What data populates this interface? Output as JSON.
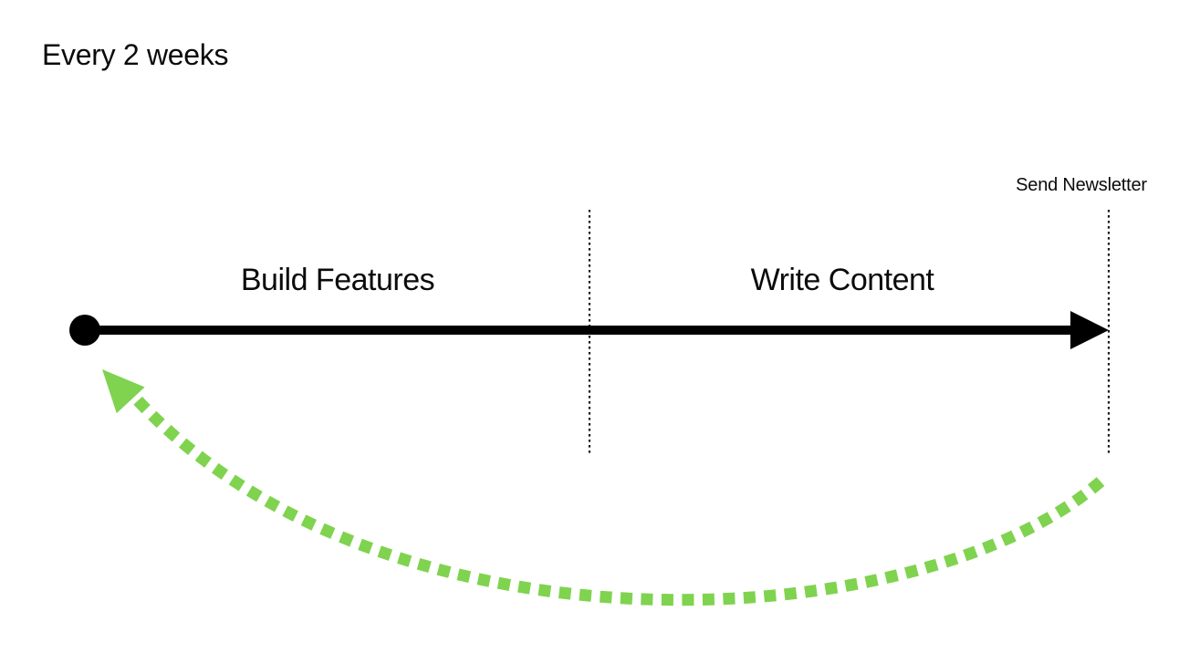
{
  "title": "Every 2 weeks",
  "timeline": {
    "phase1_label": "Build Features",
    "phase2_label": "Write Content",
    "milestone_label": "Send Newsletter"
  },
  "colors": {
    "black": "#000000",
    "divider": "#1a1a1a",
    "loop_green": "#7fd34f"
  }
}
